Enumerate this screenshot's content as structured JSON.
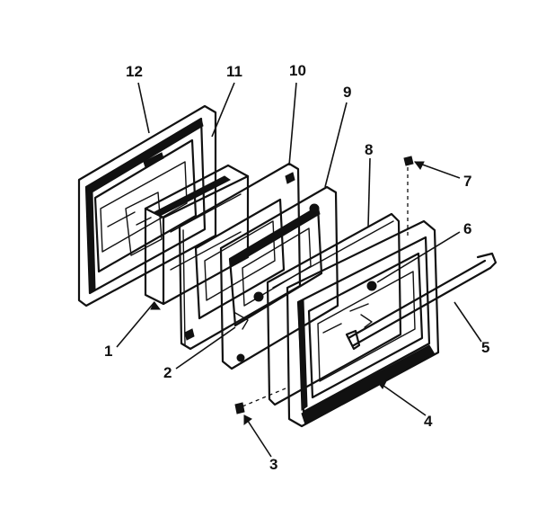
{
  "diagram": {
    "callouts": [
      {
        "id": "c12",
        "text": "12"
      },
      {
        "id": "c11",
        "text": "11"
      },
      {
        "id": "c10",
        "text": "10"
      },
      {
        "id": "c9",
        "text": "9"
      },
      {
        "id": "c8",
        "text": "8"
      },
      {
        "id": "c7",
        "text": "7"
      },
      {
        "id": "c6",
        "text": "6"
      },
      {
        "id": "c5",
        "text": "5"
      },
      {
        "id": "c4",
        "text": "4"
      },
      {
        "id": "c3",
        "text": "3"
      },
      {
        "id": "c2",
        "text": "2"
      },
      {
        "id": "c1",
        "text": "1"
      }
    ],
    "colors": {
      "ink": "#111111",
      "paper": "#ffffff"
    }
  }
}
